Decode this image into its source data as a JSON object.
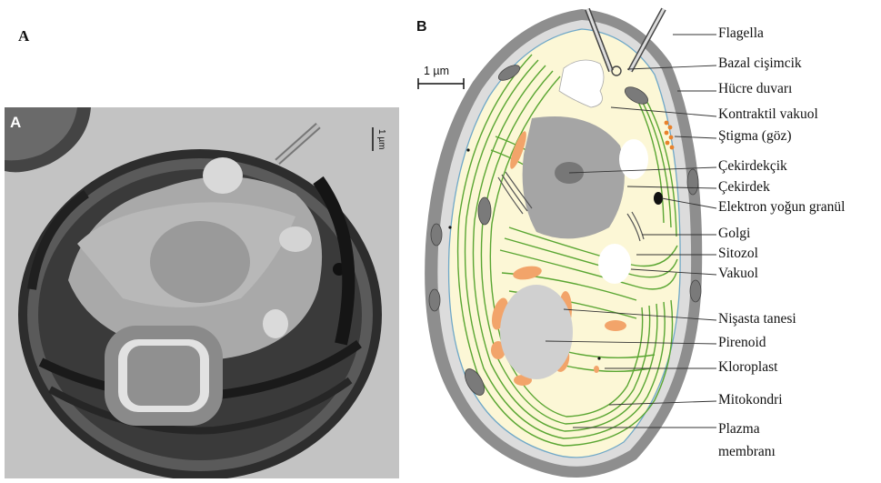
{
  "panel_a": {
    "letter": "A",
    "inset_letter": "A",
    "scale_text": "1 µm"
  },
  "panel_b": {
    "letter": "B",
    "scale_bar": "1 µm",
    "labels": [
      "Flagella",
      "Bazal cişimcik",
      "Hücre duvarı",
      "Kontraktil vakuol",
      "Ştigma (göz)",
      "Çekirdekçik",
      "Çekirdek",
      "Elektron yoğun granül",
      "Golgi",
      "Sitozol",
      "Vakuol",
      "Nişasta tanesi",
      "Pirenoid",
      "Kloroplast",
      "Mitokondri",
      "Plazma",
      "membranı"
    ]
  },
  "colors": {
    "cell_wall": "#8e8e8e",
    "cytosol": "#fcf7d6",
    "chloroplast": "#5aa632",
    "starch": "#f2a46a",
    "nucleus": "#a5a5a5",
    "micrograph_bg": "#c9c9c9"
  }
}
